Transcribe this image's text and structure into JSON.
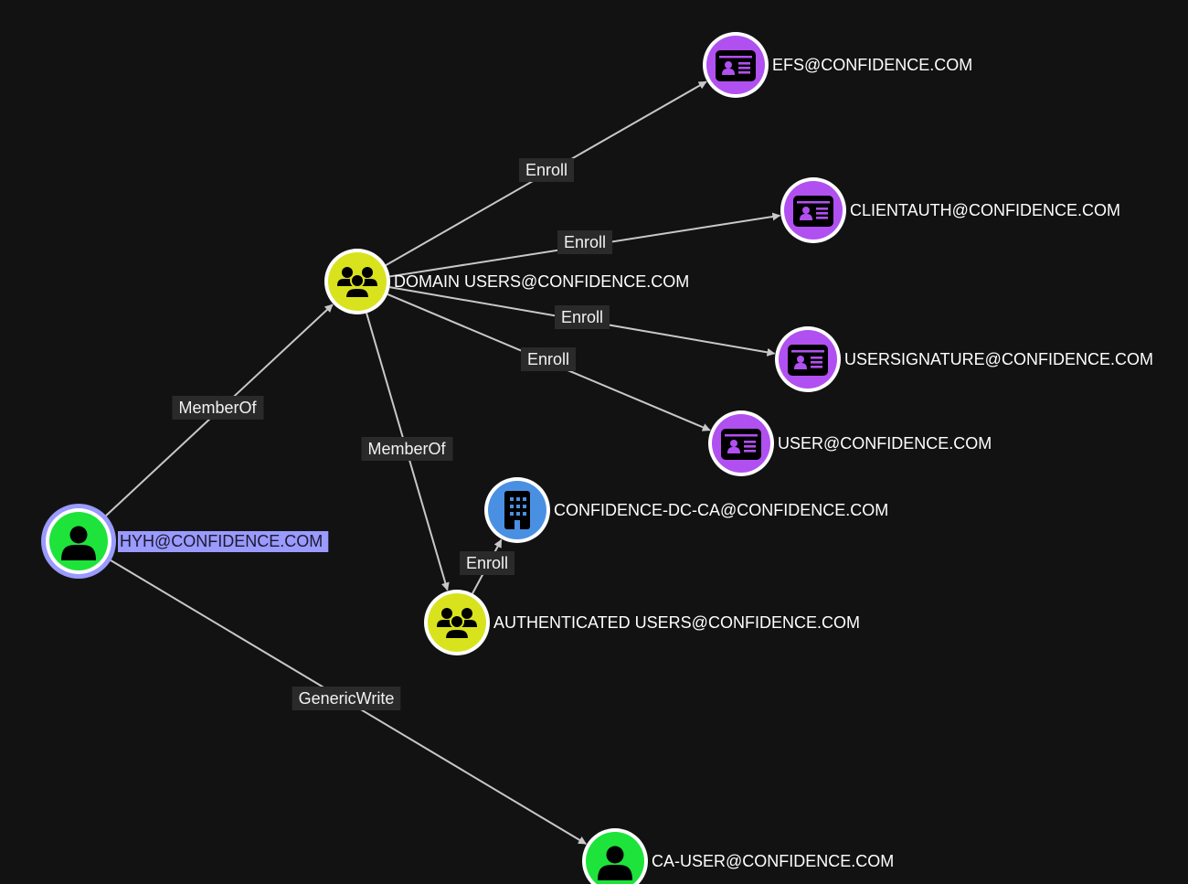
{
  "colors": {
    "background": "#121212",
    "user": "#1ee33b",
    "group": "#d8e31e",
    "cert_template": "#b150f0",
    "enterprise_ca": "#4a90e2",
    "selected_ring": "#9a9aff",
    "edge": "#c8c8c8"
  },
  "nodes": [
    {
      "id": "hyh",
      "type": "user",
      "icon": "user-icon",
      "label": "HYH@CONFIDENCE.COM",
      "selected": true
    },
    {
      "id": "domain_users",
      "type": "group",
      "icon": "group-icon",
      "label": "DOMAIN USERS@CONFIDENCE.COM"
    },
    {
      "id": "efs",
      "type": "cert_template",
      "icon": "certificate-template-icon",
      "label": "EFS@CONFIDENCE.COM"
    },
    {
      "id": "clientauth",
      "type": "cert_template",
      "icon": "certificate-template-icon",
      "label": "CLIENTAUTH@CONFIDENCE.COM"
    },
    {
      "id": "usersignature",
      "type": "cert_template",
      "icon": "certificate-template-icon",
      "label": "USERSIGNATURE@CONFIDENCE.COM"
    },
    {
      "id": "user_tpl",
      "type": "cert_template",
      "icon": "certificate-template-icon",
      "label": "USER@CONFIDENCE.COM"
    },
    {
      "id": "dc_ca",
      "type": "enterprise_ca",
      "icon": "building-icon",
      "label": "CONFIDENCE-DC-CA@CONFIDENCE.COM"
    },
    {
      "id": "auth_users",
      "type": "group",
      "icon": "group-icon",
      "label": "AUTHENTICATED USERS@CONFIDENCE.COM"
    },
    {
      "id": "ca_user",
      "type": "user",
      "icon": "user-icon",
      "label": "CA-USER@CONFIDENCE.COM"
    }
  ],
  "edges": [
    {
      "from": "hyh",
      "to": "domain_users",
      "label": "MemberOf"
    },
    {
      "from": "domain_users",
      "to": "efs",
      "label": "Enroll"
    },
    {
      "from": "domain_users",
      "to": "clientauth",
      "label": "Enroll"
    },
    {
      "from": "domain_users",
      "to": "usersignature",
      "label": "Enroll"
    },
    {
      "from": "domain_users",
      "to": "user_tpl",
      "label": "Enroll"
    },
    {
      "from": "domain_users",
      "to": "auth_users",
      "label": "MemberOf"
    },
    {
      "from": "auth_users",
      "to": "dc_ca",
      "label": "Enroll"
    },
    {
      "from": "hyh",
      "to": "ca_user",
      "label": "GenericWrite"
    }
  ]
}
